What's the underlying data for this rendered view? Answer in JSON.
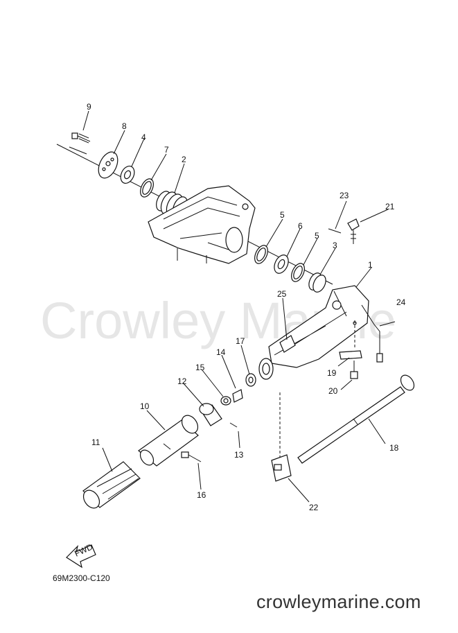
{
  "watermark": "Crowley Marine",
  "footer_site": "crowleymarine.com",
  "diagram_code": "69M2300-C120",
  "fwd_label": "FWD",
  "labels": {
    "p1": "1",
    "p2": "2",
    "p3": "3",
    "p4": "4",
    "p5a": "5",
    "p5b": "5",
    "p6": "6",
    "p7": "7",
    "p8": "8",
    "p9": "9",
    "p10": "10",
    "p11": "11",
    "p12": "12",
    "p13": "13",
    "p14": "14",
    "p15": "15",
    "p16": "16",
    "p17": "17",
    "p18": "18",
    "p19": "19",
    "p20": "20",
    "p21": "21",
    "p22": "22",
    "p23": "23",
    "p24": "24",
    "p25": "25"
  }
}
